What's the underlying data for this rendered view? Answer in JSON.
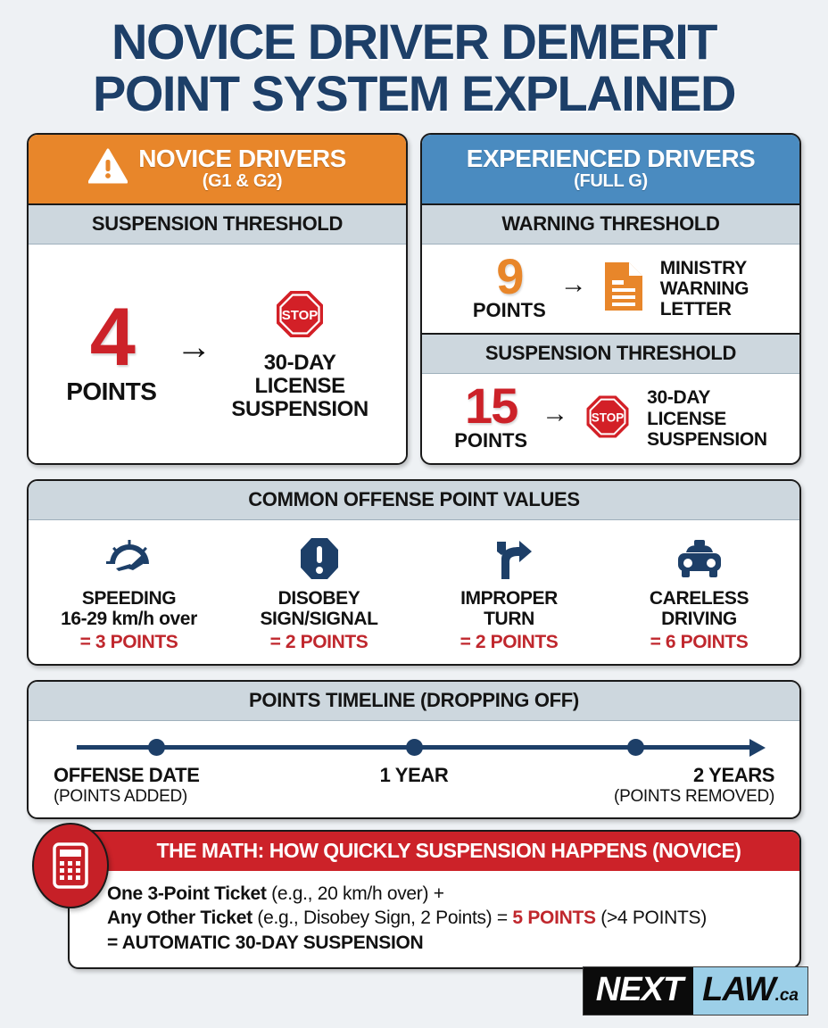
{
  "title": {
    "line1": "NOVICE DRIVER DEMERIT",
    "line2": "POINT SYSTEM EXPLAINED"
  },
  "colors": {
    "navy": "#1d3f68",
    "orange": "#e8862a",
    "blue": "#4a8bc0",
    "red": "#cc2229",
    "band": "#cdd7de",
    "background": "#eef1f4"
  },
  "comparison": {
    "novice": {
      "header_main": "NOVICE DRIVERS",
      "header_sub": "(G1 & G2)",
      "header_icon": "warning-triangle-icon",
      "band": "SUSPENSION THRESHOLD",
      "points_value": "4",
      "points_label": "POINTS",
      "arrow": "→",
      "outcome_icon": "stop-sign-icon",
      "outcome_icon_text": "STOP",
      "outcome_line1": "30-DAY",
      "outcome_line2": "LICENSE",
      "outcome_line3": "SUSPENSION"
    },
    "experienced": {
      "header_main": "EXPERIENCED DRIVERS",
      "header_sub": "(FULL G)",
      "warning": {
        "band": "WARNING THRESHOLD",
        "points_value": "9",
        "points_label": "POINTS",
        "arrow": "→",
        "icon": "document-letter-icon",
        "outcome_line1": "MINISTRY",
        "outcome_line2": "WARNING",
        "outcome_line3": "LETTER"
      },
      "suspension": {
        "band": "SUSPENSION THRESHOLD",
        "points_value": "15",
        "points_label": "POINTS",
        "arrow": "→",
        "icon": "stop-sign-icon",
        "icon_text": "STOP",
        "outcome_line1": "30-DAY",
        "outcome_line2": "LICENSE",
        "outcome_line3": "SUSPENSION"
      }
    }
  },
  "offenses": {
    "band": "COMMON OFFENSE POINT VALUES",
    "items": [
      {
        "icon": "speedometer-icon",
        "name_line1": "SPEEDING",
        "name_line2": "16-29 km/h over",
        "points": "= 3 POINTS"
      },
      {
        "icon": "octagon-exclamation-icon",
        "name_line1": "DISOBEY",
        "name_line2": "SIGN/SIGNAL",
        "points": "= 2 POINTS"
      },
      {
        "icon": "turn-arrow-icon",
        "name_line1": "IMPROPER",
        "name_line2": "TURN",
        "points": "= 2 POINTS"
      },
      {
        "icon": "taxi-car-icon",
        "name_line1": "CARELESS",
        "name_line2": "DRIVING",
        "points": "= 6 POINTS"
      }
    ]
  },
  "timeline": {
    "band": "POINTS TIMELINE (DROPPING OFF)",
    "markers": [
      {
        "main": "OFFENSE DATE",
        "sub": "(POINTS ADDED)"
      },
      {
        "main": "1 YEAR",
        "sub": ""
      },
      {
        "main": "2 YEARS",
        "sub": "(POINTS REMOVED)"
      }
    ]
  },
  "math": {
    "icon": "calculator-icon",
    "header": "THE MATH: HOW QUICKLY SUSPENSION HAPPENS (NOVICE)",
    "line1_bold": "One 3-Point Ticket",
    "line1_rest": " (e.g., 20 km/h over) +",
    "line2_bold": "Any Other Ticket",
    "line2_rest": " (e.g., Disobey Sign, 2 Points) = ",
    "line2_red": "5 POINTS",
    "line2_tail": " (>4 POINTS)",
    "line3": "= AUTOMATIC 30-DAY SUSPENSION"
  },
  "logo": {
    "part1": "NEXT",
    "part2": "LAW",
    "suffix": ".ca"
  }
}
